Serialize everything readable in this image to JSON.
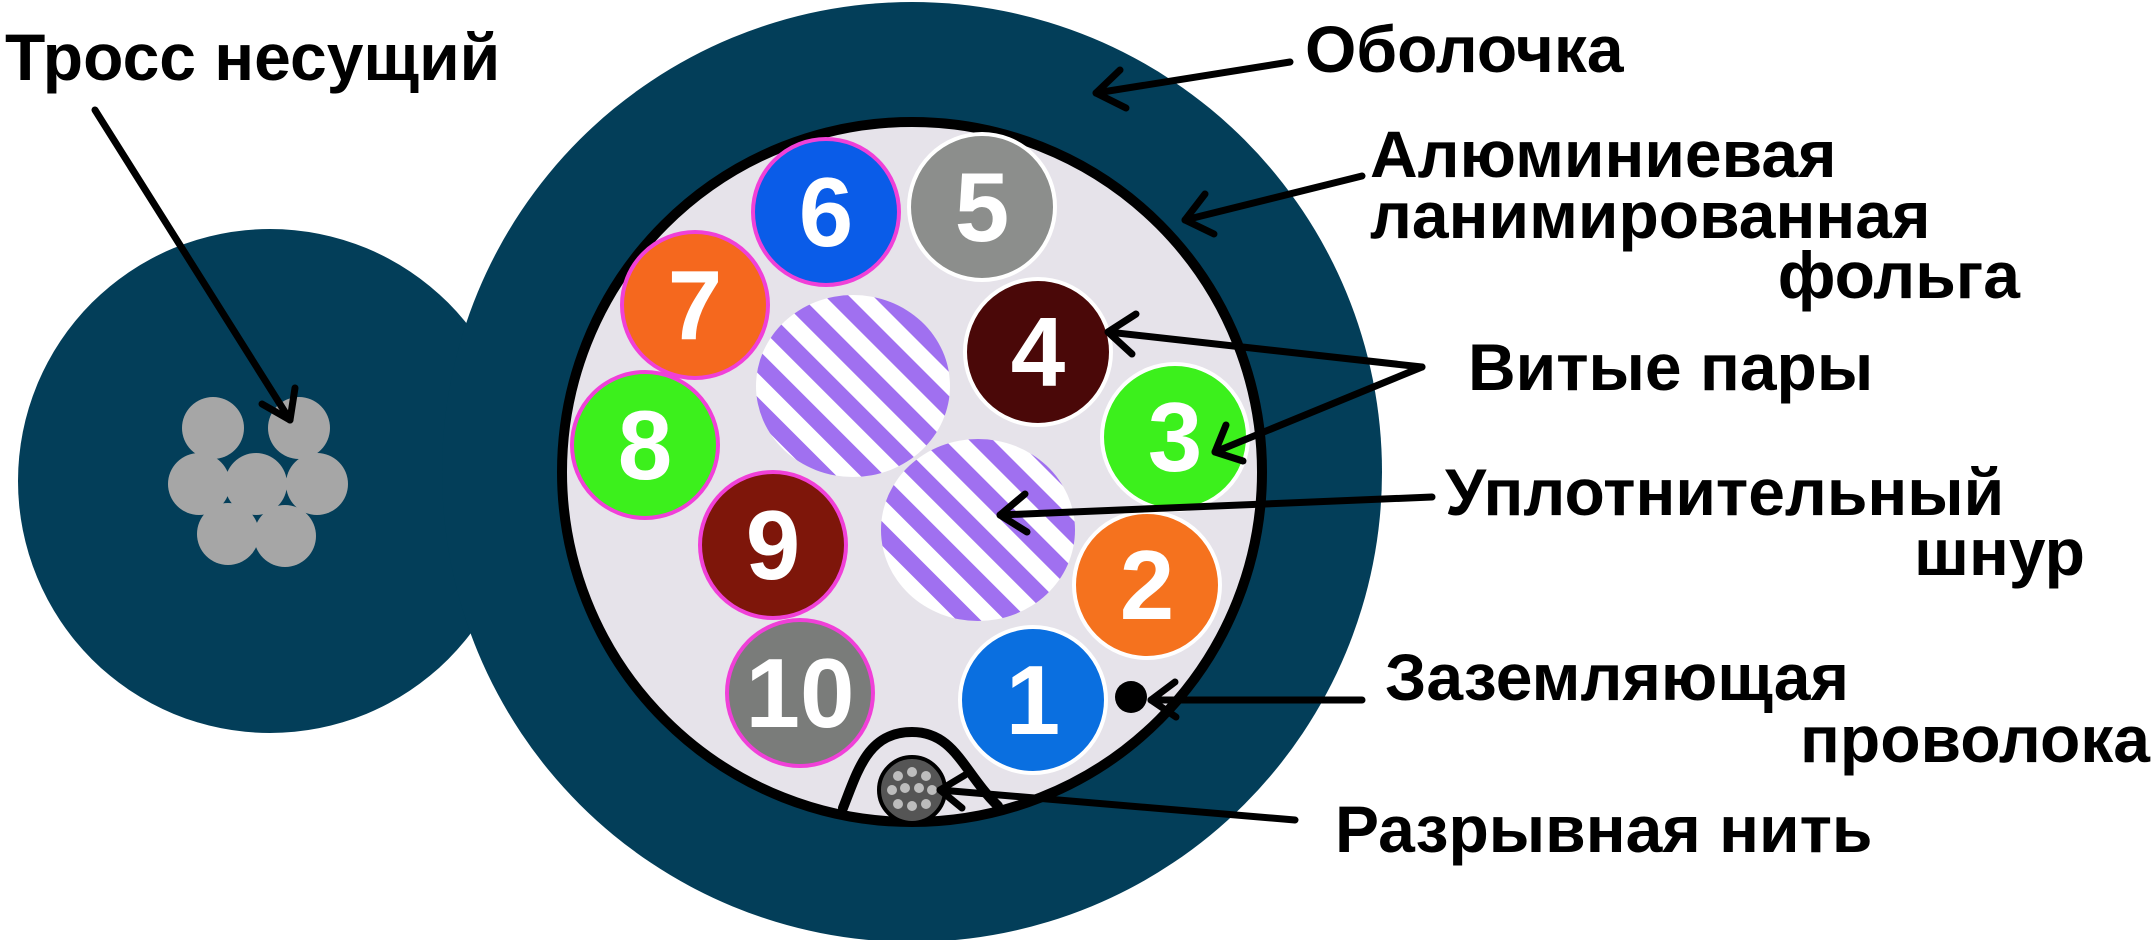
{
  "labels": {
    "messenger": "Тросс несущий",
    "sheath": "Оболочка",
    "foil_line1": "Алюминиевая",
    "foil_line2": "ланимированная",
    "foil_line3": "фольга",
    "pairs": "Витые пары",
    "filler_line1": "Уплотнительный",
    "filler_line2": "шнур",
    "drain_line1": "Заземляющая",
    "drain_line2": "проволока",
    "ripcord": "Разрывная нить"
  },
  "pairs": [
    {
      "number": "1",
      "color": "#0a6fe0",
      "ring": "#ffffff"
    },
    {
      "number": "2",
      "color": "#f5721e",
      "ring": "#ffffff"
    },
    {
      "number": "3",
      "color": "#3cf01c",
      "ring": "#ffffff"
    },
    {
      "number": "4",
      "color": "#4a0808",
      "ring": "#ffffff"
    },
    {
      "number": "5",
      "color": "#8c8e8c",
      "ring": "#ffffff"
    },
    {
      "number": "6",
      "color": "#0a5ce8",
      "ring": "#f040d8"
    },
    {
      "number": "7",
      "color": "#f5681e",
      "ring": "#f040d8"
    },
    {
      "number": "8",
      "color": "#3cf01c",
      "ring": "#f040d8"
    },
    {
      "number": "9",
      "color": "#7e160a",
      "ring": "#f040d8"
    },
    {
      "number": "10",
      "color": "#7a7c7a",
      "ring": "#f040d8"
    }
  ],
  "colors": {
    "sheath": "#033e59",
    "core_fill": "#e6e3ea",
    "strand": "#a6a6a6",
    "filler_stripe": "#a070f0"
  }
}
